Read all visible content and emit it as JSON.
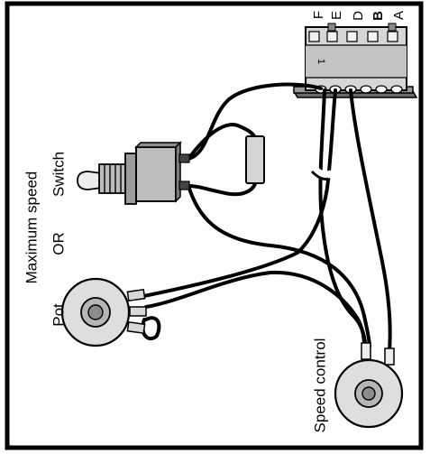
{
  "diagram": {
    "left_labels": {
      "pot": "Pot",
      "or": "OR",
      "switch": "Switch",
      "maximum_speed": "Maximum speed"
    },
    "speed_control_label": "Speed control",
    "connector": {
      "pins": [
        "F",
        "E",
        "D",
        "B",
        "A"
      ],
      "pin1_mark": "1"
    }
  }
}
